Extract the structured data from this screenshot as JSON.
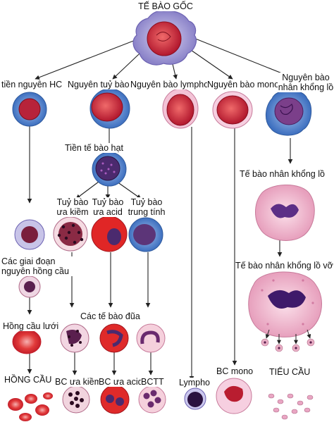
{
  "title": "TẾ BÀO GỐC",
  "row1": {
    "erythro": "tiền nguyên HC",
    "myelo": "Nguyên tuỷ bào",
    "lympho": "Nguyên bào lympho",
    "mono": "Nguyên bào mono",
    "mega": "Nguyên bào nhân khổng lồ"
  },
  "granulo": {
    "pro": "Tiền tế bào hạt",
    "baso": "Tuỷ bào ưa kiềm",
    "eosino": "Tuỷ bào ưa acid",
    "neutro": "Tuỷ bào trung tính",
    "band": "Các tế bào đũa"
  },
  "erythro_stages": {
    "normoblast": "Các giai đoạn nguyên hồng cầu",
    "retic": "Hồng cầu lưới",
    "rbc": "HỒNG CẦU"
  },
  "mature": {
    "baso": "BC ưa kiềm",
    "eosino": "BC ưa acid",
    "neutro": "BCTT",
    "lympho": "Lympho",
    "mono": "BC mono"
  },
  "mega_line": {
    "megakaryocyte": "Tế bào nhân khổng lồ",
    "fragmenting": "Tế bào nhân khổng lồ vỡ",
    "platelet": "TIỂU CẦU"
  },
  "colors": {
    "stem_membrane": "#a9a3d6",
    "stem_nucleus": "#c8203a",
    "blue_cytoplasm": "#5f8fd0",
    "red_cell": "#e23a3a",
    "purple_nucleus": "#5a2f7a",
    "mega_cytoplasm": "#e9a6c3",
    "arrow": "#222222"
  }
}
